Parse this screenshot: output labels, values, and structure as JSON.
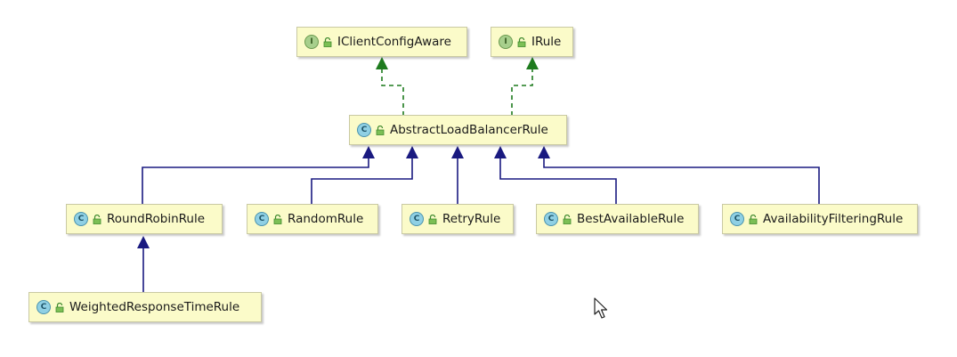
{
  "diagram": {
    "nodes": {
      "iclientconfigaware": {
        "name": "IClientConfigAware",
        "kind": "interface",
        "badge": "I"
      },
      "irule": {
        "name": "IRule",
        "kind": "interface",
        "badge": "I"
      },
      "abstractloadbalancerrule": {
        "name": "AbstractLoadBalancerRule",
        "kind": "class",
        "badge": "C"
      },
      "roundrobinrule": {
        "name": "RoundRobinRule",
        "kind": "class",
        "badge": "C"
      },
      "randomrule": {
        "name": "RandomRule",
        "kind": "class",
        "badge": "C"
      },
      "retryrule": {
        "name": "RetryRule",
        "kind": "class",
        "badge": "C"
      },
      "bestavailablerule": {
        "name": "BestAvailableRule",
        "kind": "class",
        "badge": "C"
      },
      "availabilityfilteringrule": {
        "name": "AvailabilityFilteringRule",
        "kind": "class",
        "badge": "C"
      },
      "weightedresponsetimerule": {
        "name": "WeightedResponseTimeRule",
        "kind": "class",
        "badge": "C"
      }
    },
    "edges": [
      {
        "from": "AbstractLoadBalancerRule",
        "to": "IClientConfigAware",
        "type": "implements"
      },
      {
        "from": "AbstractLoadBalancerRule",
        "to": "IRule",
        "type": "implements"
      },
      {
        "from": "RoundRobinRule",
        "to": "AbstractLoadBalancerRule",
        "type": "extends"
      },
      {
        "from": "RandomRule",
        "to": "AbstractLoadBalancerRule",
        "type": "extends"
      },
      {
        "from": "RetryRule",
        "to": "AbstractLoadBalancerRule",
        "type": "extends"
      },
      {
        "from": "BestAvailableRule",
        "to": "AbstractLoadBalancerRule",
        "type": "extends"
      },
      {
        "from": "AvailabilityFilteringRule",
        "to": "AbstractLoadBalancerRule",
        "type": "extends"
      },
      {
        "from": "WeightedResponseTimeRule",
        "to": "RoundRobinRule",
        "type": "extends"
      }
    ],
    "colors": {
      "implements": "#1e7b1e",
      "extends": "#1a1a80",
      "node_fill": "#fbfbc9"
    },
    "icons": {
      "interface_badge": "interface-badge-icon",
      "class_badge": "class-badge-icon",
      "visibility": "public-lock-icon",
      "cursor": "mouse-pointer-icon"
    }
  }
}
